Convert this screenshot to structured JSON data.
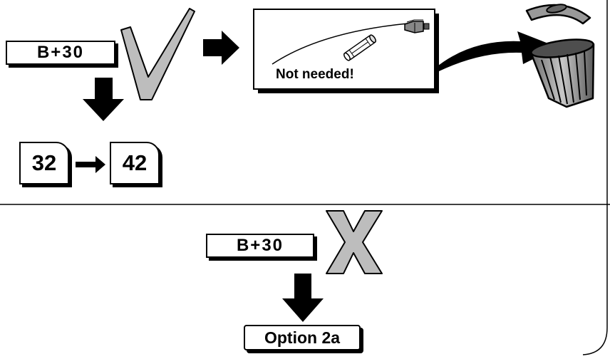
{
  "top": {
    "condition_label": "B+30",
    "result_icon": "check-mark-icon",
    "panel_note": "Not needed!",
    "terminals": {
      "from": "32",
      "to": "42"
    },
    "discard_icon": "trash-can-icon"
  },
  "bottom": {
    "condition_label": "B+30",
    "result_icon": "x-mark-icon",
    "option_label": "Option 2a"
  },
  "colors": {
    "ink": "#000000",
    "mark_fill": "#bdbdbd",
    "paper": "#ffffff"
  }
}
